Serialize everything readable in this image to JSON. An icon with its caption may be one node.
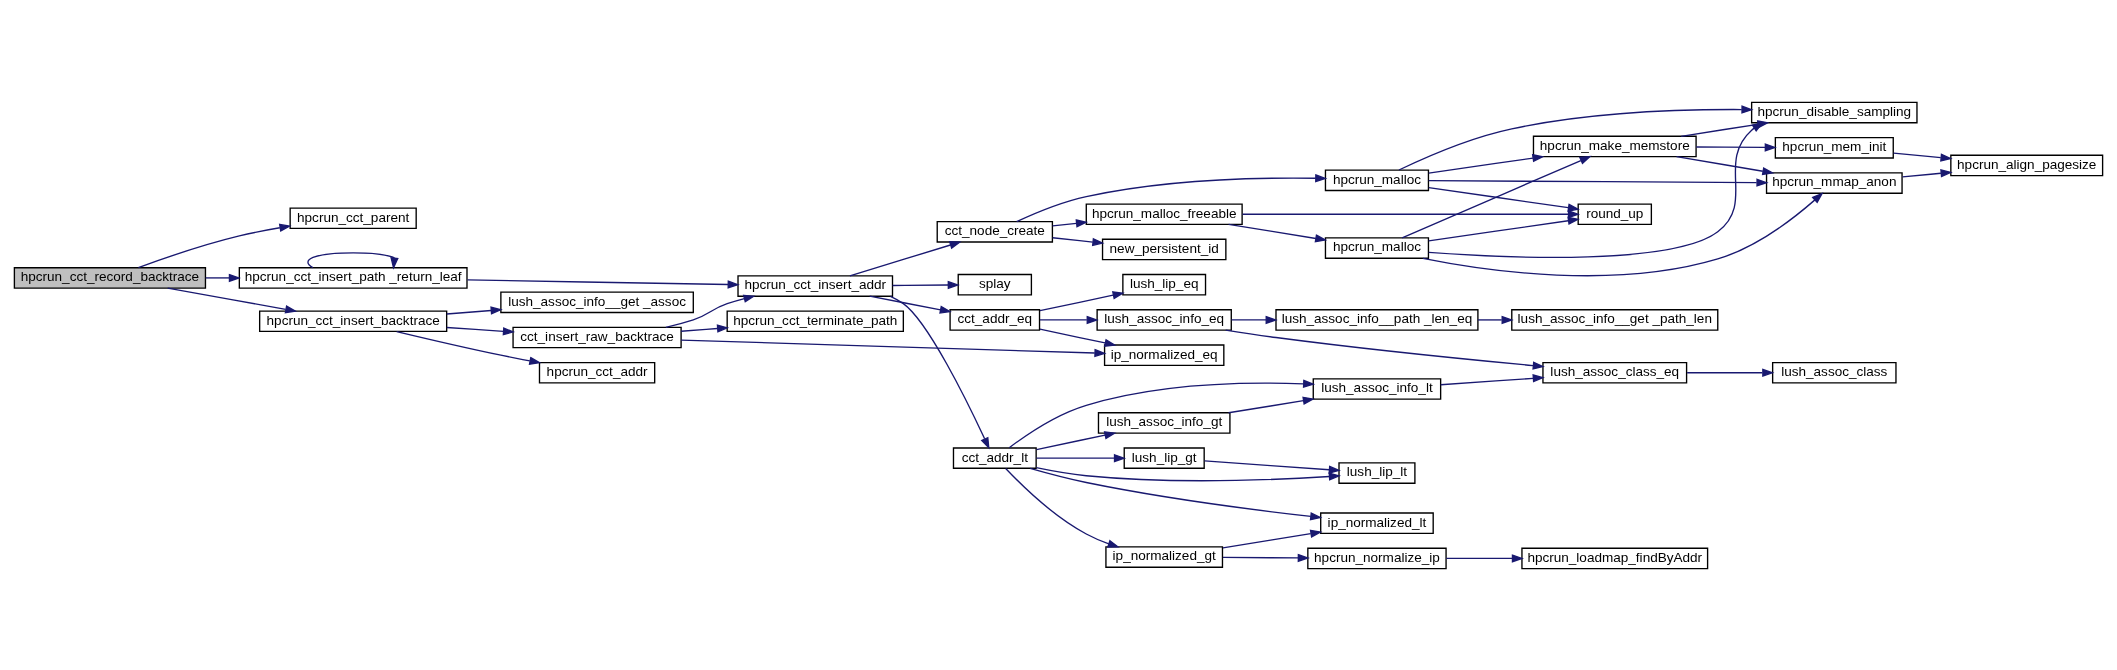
{
  "diagram": {
    "nodes": [
      {
        "text": [
          "hpcrun_cct_record_backtrace"
        ]
      },
      {
        "text": [
          "hpcrun_cct_parent"
        ]
      },
      {
        "text": [
          "hpcrun_cct_insert_path _return_leaf"
        ]
      },
      {
        "text": [
          "hpcrun_cct_insert_backtrace"
        ]
      },
      {
        "text": [
          "lush_assoc_info__get _assoc"
        ]
      },
      {
        "text": [
          "cct_insert_raw_backtrace"
        ]
      },
      {
        "text": [
          "hpcrun_cct_addr"
        ]
      },
      {
        "text": [
          "hpcrun_cct_insert_addr"
        ]
      },
      {
        "text": [
          "hpcrun_cct_terminate_path"
        ]
      },
      {
        "text": [
          "cct_node_create"
        ]
      },
      {
        "text": [
          "splay"
        ]
      },
      {
        "text": [
          "cct_addr_eq"
        ]
      },
      {
        "text": [
          "cct_addr_lt"
        ]
      },
      {
        "text": [
          "hpcrun_malloc"
        ]
      },
      {
        "text": [
          "hpcrun_malloc_freeable"
        ]
      },
      {
        "text": [
          "new_persistent_id"
        ]
      },
      {
        "text": [
          "lush_lip_eq"
        ]
      },
      {
        "text": [
          "lush_assoc_info_eq"
        ]
      },
      {
        "text": [
          "ip_normalized_eq"
        ]
      },
      {
        "text": [
          "lush_assoc_info_lt"
        ]
      },
      {
        "text": [
          "lush_assoc_info_gt"
        ]
      },
      {
        "text": [
          "lush_lip_gt"
        ]
      },
      {
        "text": [
          "lush_lip_lt"
        ]
      },
      {
        "text": [
          "ip_normalized_lt"
        ]
      },
      {
        "text": [
          "ip_normalized_gt"
        ]
      },
      {
        "text": [
          "hpcrun_malloc"
        ]
      },
      {
        "text": [
          "hpcrun_make_memstore"
        ]
      },
      {
        "text": [
          "hpcrun_disable_sampling"
        ]
      },
      {
        "text": [
          "round_up"
        ]
      },
      {
        "text": [
          "hpcrun_mmap_anon"
        ]
      },
      {
        "text": [
          "hpcrun_mem_init"
        ]
      },
      {
        "text": [
          "hpcrun_align_pagesize"
        ]
      },
      {
        "text": [
          "lush_assoc_info__path _len_eq"
        ]
      },
      {
        "text": [
          "lush_assoc_info__get _path_len"
        ]
      },
      {
        "text": [
          "lush_assoc_class_eq"
        ]
      },
      {
        "text": [
          "lush_assoc_class"
        ]
      },
      {
        "text": [
          "hpcrun_normalize_ip"
        ]
      },
      {
        "text": [
          "hpcrun_loadmap_findByAddr"
        ]
      }
    ],
    "edges": [
      {
        "from": 0,
        "to": 1,
        "arrow": "to"
      },
      {
        "from": 0,
        "to": 2,
        "arrow": "to"
      },
      {
        "from": 0,
        "to": 3,
        "arrow": "to"
      },
      {
        "from": 2,
        "to": 2,
        "arrow": "to"
      },
      {
        "from": 2,
        "to": 7,
        "arrow": "to"
      },
      {
        "from": 3,
        "to": 4,
        "arrow": "to"
      },
      {
        "from": 3,
        "to": 5,
        "arrow": "to"
      },
      {
        "from": 3,
        "to": 6,
        "arrow": "to"
      },
      {
        "from": 5,
        "to": 7,
        "arrow": "to"
      },
      {
        "from": 5,
        "to": 18,
        "arrow": "to"
      },
      {
        "from": 5,
        "to": 8,
        "arrow": "to"
      },
      {
        "from": 7,
        "to": 9,
        "arrow": "to"
      },
      {
        "from": 7,
        "to": 10,
        "arrow": "to"
      },
      {
        "from": 7,
        "to": 11,
        "arrow": "to"
      },
      {
        "from": 7,
        "to": 12,
        "arrow": "to"
      },
      {
        "from": 9,
        "to": 13,
        "arrow": "to"
      },
      {
        "from": 9,
        "to": 14,
        "arrow": "to"
      },
      {
        "from": 9,
        "to": 15,
        "arrow": "to"
      },
      {
        "from": 13,
        "to": 27,
        "arrow": "to"
      },
      {
        "from": 13,
        "to": 26,
        "arrow": "to"
      },
      {
        "from": 13,
        "to": 29,
        "arrow": "to"
      },
      {
        "from": 13,
        "to": 28,
        "arrow": "to"
      },
      {
        "from": 14,
        "to": 25,
        "arrow": "to"
      },
      {
        "from": 14,
        "to": 28,
        "arrow": "to"
      },
      {
        "from": 25,
        "to": 27,
        "arrow": "to"
      },
      {
        "from": 25,
        "to": 26,
        "arrow": "to"
      },
      {
        "from": 25,
        "to": 28,
        "arrow": "to"
      },
      {
        "from": 25,
        "to": 29,
        "arrow": "to"
      },
      {
        "from": 26,
        "to": 27,
        "arrow": "to"
      },
      {
        "from": 26,
        "to": 30,
        "arrow": "to"
      },
      {
        "from": 26,
        "to": 29,
        "arrow": "to"
      },
      {
        "from": 30,
        "to": 31,
        "arrow": "to"
      },
      {
        "from": 29,
        "to": 31,
        "arrow": "to"
      },
      {
        "from": 11,
        "to": 16,
        "arrow": "to"
      },
      {
        "from": 11,
        "to": 17,
        "arrow": "to"
      },
      {
        "from": 11,
        "to": 18,
        "arrow": "to"
      },
      {
        "from": 17,
        "to": 32,
        "arrow": "to"
      },
      {
        "from": 17,
        "to": 34,
        "arrow": "to"
      },
      {
        "from": 32,
        "to": 33,
        "arrow": "to"
      },
      {
        "from": 34,
        "to": 35,
        "arrow": "to"
      },
      {
        "from": 12,
        "to": 19,
        "arrow": "to"
      },
      {
        "from": 12,
        "to": 20,
        "arrow": "to"
      },
      {
        "from": 12,
        "to": 22,
        "arrow": "to"
      },
      {
        "from": 12,
        "to": 21,
        "arrow": "to"
      },
      {
        "from": 12,
        "to": 23,
        "arrow": "to"
      },
      {
        "from": 12,
        "to": 24,
        "arrow": "to"
      },
      {
        "from": 19,
        "to": 34,
        "arrow": "to"
      },
      {
        "from": 20,
        "to": 19,
        "arrow": "to"
      },
      {
        "from": 21,
        "to": 22,
        "arrow": "to"
      },
      {
        "from": 24,
        "to": 23,
        "arrow": "to"
      },
      {
        "from": 24,
        "to": 36,
        "arrow": "to"
      },
      {
        "from": 36,
        "to": 37,
        "arrow": "to"
      }
    ]
  }
}
